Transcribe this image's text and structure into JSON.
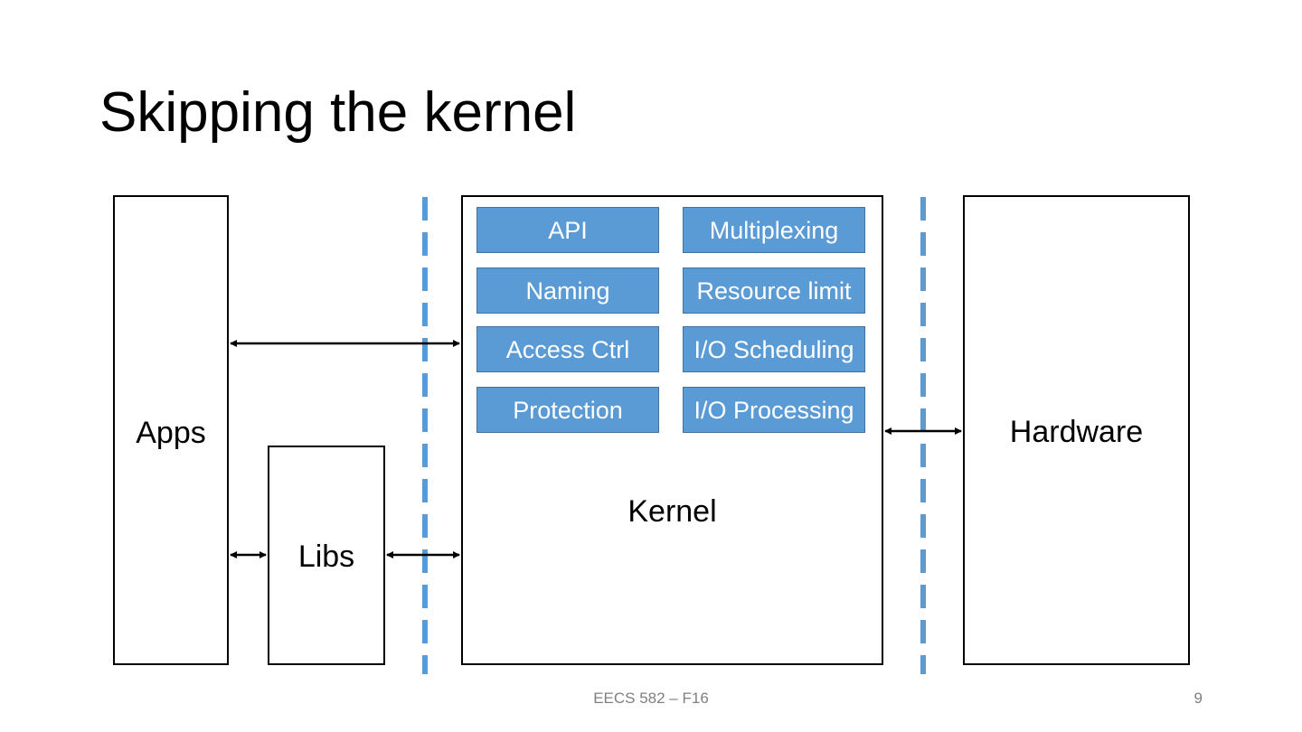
{
  "slide": {
    "title": "Skipping the kernel",
    "footer": "EECS 582 – F16",
    "page_number": "9"
  },
  "diagram": {
    "apps_label": "Apps",
    "libs_label": "Libs",
    "kernel_label": "Kernel",
    "hardware_label": "Hardware",
    "kernel_modules": [
      {
        "label": "API"
      },
      {
        "label": "Multiplexing"
      },
      {
        "label": "Naming"
      },
      {
        "label": "Resource limit"
      },
      {
        "label": "Access Ctrl"
      },
      {
        "label": "I/O Scheduling"
      },
      {
        "label": "Protection"
      },
      {
        "label": "I/O Processing"
      }
    ]
  },
  "colors": {
    "module_fill": "#5b9bd5",
    "module_border": "#41719c",
    "dashed_boundary": "#5b9bd5",
    "footer_text": "#7f7f7f"
  }
}
